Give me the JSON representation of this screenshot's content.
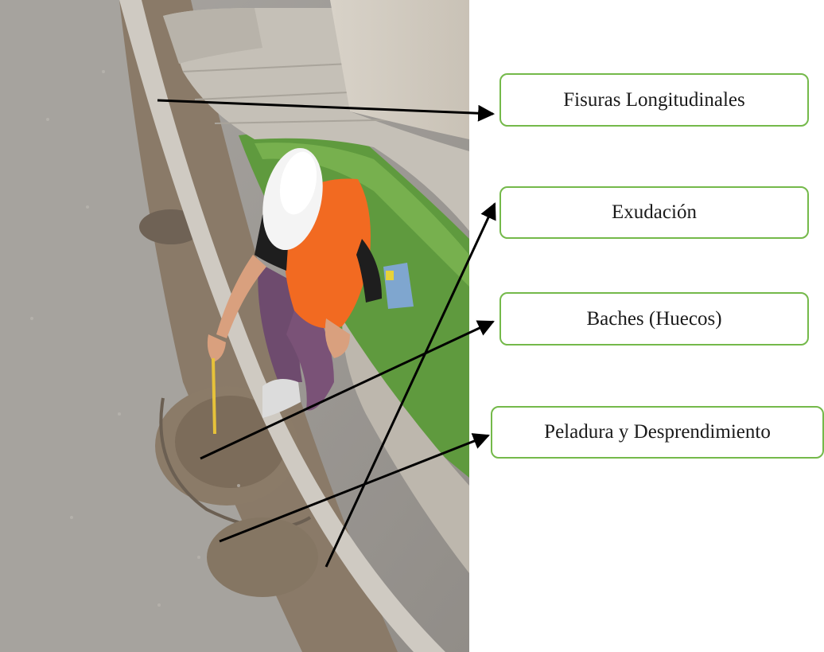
{
  "labels": {
    "fisuras": "Fisuras Longitudinales",
    "exudacion": "Exudación",
    "baches": "Baches (Huecos)",
    "peladura": "Peladura y Desprendimiento"
  },
  "colors": {
    "box_border": "#74b94a",
    "arrow": "#000000",
    "asphalt": "#9d9a96",
    "grass": "#5f9a3e",
    "vest": "#f26a21",
    "helmet": "#f4f4f4"
  }
}
